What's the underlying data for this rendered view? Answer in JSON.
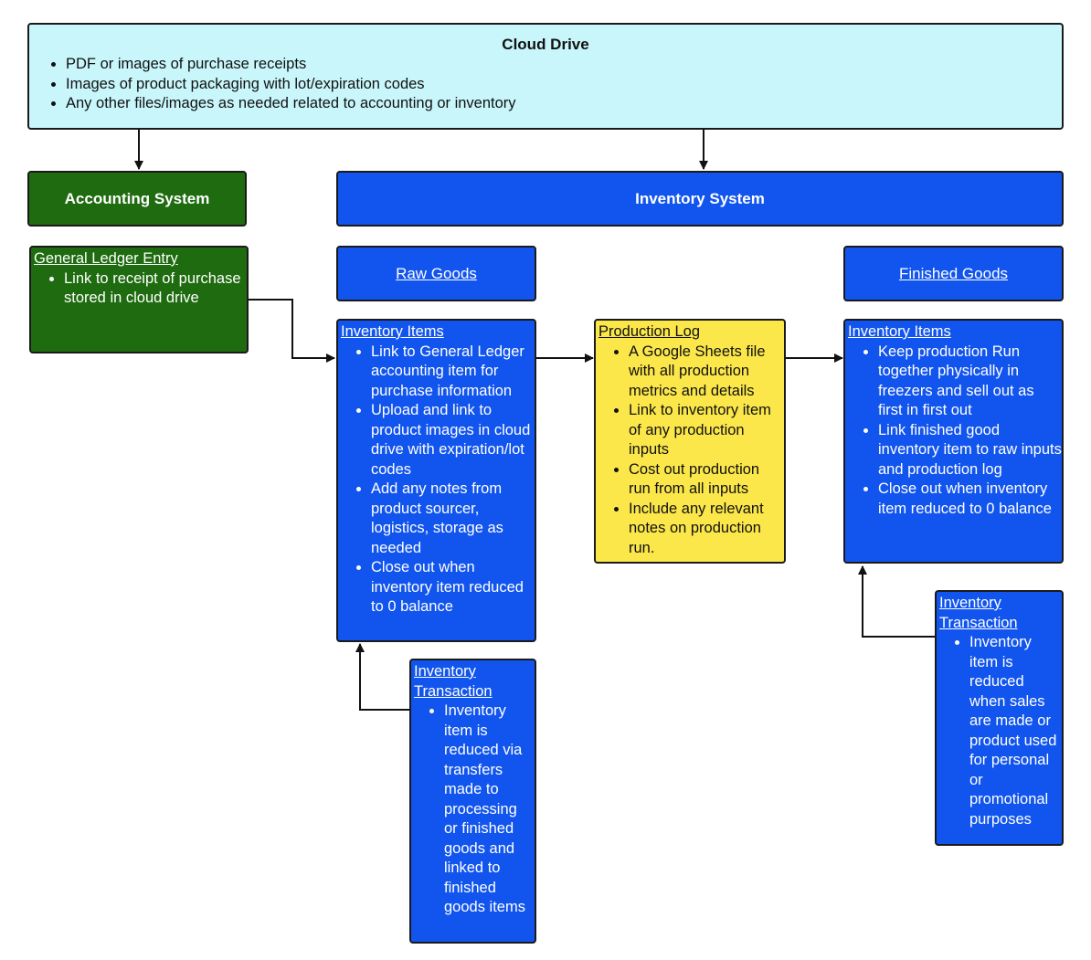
{
  "cloud_drive": {
    "title": "Cloud Drive",
    "bullets": [
      "PDF or images of purchase receipts",
      "Images of product packaging with lot/expiration codes",
      "Any other files/images as needed related to accounting or inventory"
    ]
  },
  "accounting_system": {
    "label": "Accounting System"
  },
  "inventory_system": {
    "label": "Inventory System"
  },
  "general_ledger": {
    "title": "General Ledger Entry",
    "bullets": [
      "Link to receipt of purchase stored in cloud drive"
    ]
  },
  "raw_goods": {
    "label": "Raw Goods"
  },
  "finished_goods": {
    "label": "Finished Goods"
  },
  "raw_inventory_items": {
    "title": "Inventory Items",
    "bullets": [
      "Link to General Ledger accounting item for purchase information",
      "Upload and link to product images in cloud drive with expiration/lot codes",
      "Add any notes from product sourcer, logistics, storage as needed",
      "Close out when inventory item reduced to 0 balance"
    ]
  },
  "production_log": {
    "title": "Production Log",
    "bullets": [
      "A Google Sheets file with all production metrics and details",
      "Link to inventory item of any production inputs",
      "Cost out production run from all inputs",
      "Include any relevant notes on production run."
    ]
  },
  "finished_inventory_items": {
    "title": "Inventory Items",
    "bullets": [
      "Keep production Run together physically in freezers and sell out as first in first out",
      "Link finished good inventory item to raw inputs and production log",
      "Close out when inventory item reduced to 0 balance"
    ]
  },
  "raw_inventory_transaction": {
    "title_line1": "Inventory",
    "title_line2": "Transaction",
    "bullets": [
      "Inventory item is reduced via transfers made to processing or finished goods and linked to finished goods items"
    ]
  },
  "finished_inventory_transaction": {
    "title_line1": "Inventory",
    "title_line2": "Transaction",
    "bullets": [
      "Inventory item is reduced when sales are made or product used for personal or promotional purposes"
    ]
  }
}
